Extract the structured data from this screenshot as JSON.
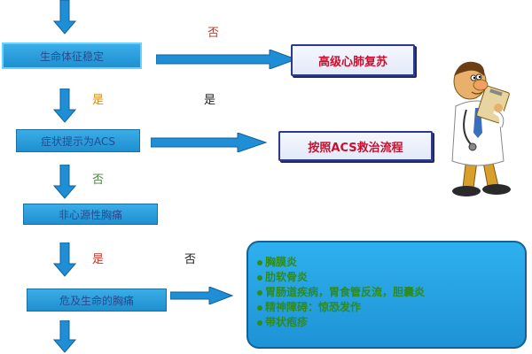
{
  "boxes": {
    "box1": "生命体征稳定",
    "box2": "症状提示为ACS",
    "box3": "非心源性胸痛",
    "box4": "危及生命的胸痛",
    "cpr": "高级心肺复苏",
    "acs": "按照ACS救治流程"
  },
  "labels": {
    "no1": "否",
    "yes1": "是",
    "yes2": "是",
    "no2": "否",
    "yes3": "是",
    "no3": "否"
  },
  "conditions": [
    "胸膜炎",
    "肋软骨炎",
    "胃肠道疾病，胃食管反流，胆囊炎",
    "精神障碍：惊恐发作",
    "带状疱疹"
  ],
  "colors": {
    "arrow_fill": "#1e8fd6",
    "arrow_stroke": "#175f97",
    "box_fill": "#2aa4e6",
    "target_text": "#c8102e",
    "list_text": "#2e8b1e"
  }
}
